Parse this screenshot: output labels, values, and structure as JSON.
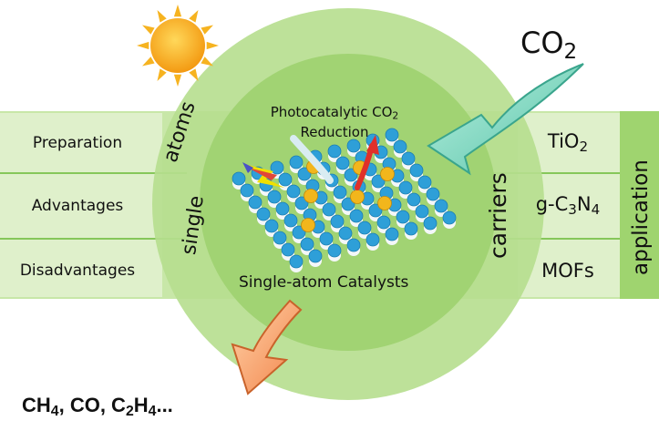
{
  "title": {
    "line1": "Photocatalytic CO",
    "line1_sub": "2",
    "line2": "Reduction"
  },
  "input": {
    "text": "CO",
    "sub": "2"
  },
  "center_label": "Single-atom Catalysts",
  "left": {
    "ring_words": [
      "single",
      "atoms"
    ],
    "items": [
      "Preparation",
      "Advantages",
      "Disadvantages"
    ]
  },
  "right": {
    "ring_word": "carriers",
    "side_word": "application",
    "items": {
      "tio2": {
        "main": "TiO",
        "sub": "2"
      },
      "gc3n4": {
        "pre": "g-C",
        "sub1": "3",
        "mid": "N",
        "sub2": "4"
      },
      "mofs": "MOFs"
    }
  },
  "products": {
    "p1": "CH",
    "p1_sub": "4",
    "p2": ", CO, C",
    "p3_sub": "2",
    "p3": "H",
    "p3_sub2": "4",
    "tail": "..."
  },
  "colors": {
    "band": "#c7e6a6",
    "band_light": "#e3f1d2",
    "ring": "#b3dd8a",
    "circle": "#9fd272",
    "divider": "#7fc150",
    "arrow_in": "#7fd6c0",
    "arrow_out": "#f6a06a",
    "sun": "#f6b320"
  }
}
